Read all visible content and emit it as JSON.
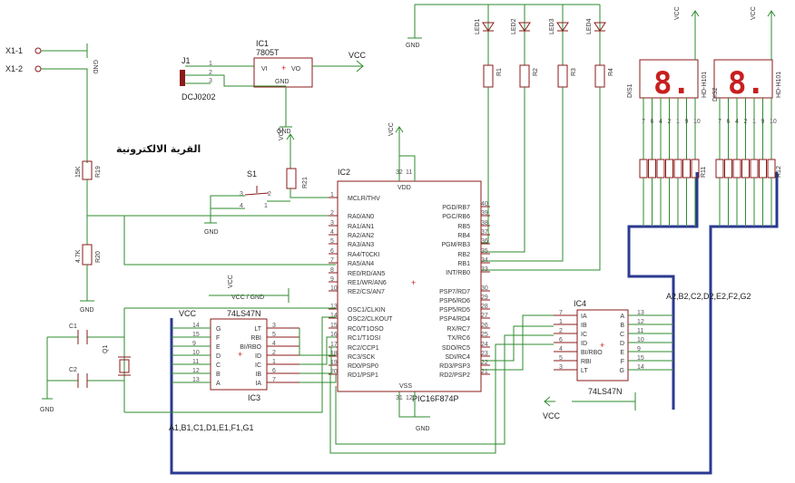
{
  "title_ar": "القرية الالكترونية",
  "connectors": {
    "x1_1": "X1-1",
    "x1_2": "X1-2",
    "j1": "J1",
    "j1_part": "DCJ0202",
    "s1": "S1"
  },
  "ic1": {
    "name": "IC1",
    "part": "7805T",
    "vi": "VI",
    "vo": "VO",
    "gnd": "GND"
  },
  "ic2": {
    "name": "IC2",
    "part": "PIC16F874P",
    "vdd": "VDD",
    "vss": "VSS",
    "left_pins": [
      {
        "num": "1",
        "label": "MCLR/THV"
      },
      {
        "num": "2",
        "label": "RA0/AN0"
      },
      {
        "num": "3",
        "label": "RA1/AN1"
      },
      {
        "num": "4",
        "label": "RA2/AN2"
      },
      {
        "num": "5",
        "label": "RA3/AN3"
      },
      {
        "num": "6",
        "label": "RA4/T0CKI"
      },
      {
        "num": "7",
        "label": "RA5/AN4"
      },
      {
        "num": "8",
        "label": "RE0/RD/AN5"
      },
      {
        "num": "9",
        "label": "RE1/WR/AN6"
      },
      {
        "num": "10",
        "label": "RE2/CS/AN7"
      },
      {
        "num": "13",
        "label": "OSC1/CLKIN"
      },
      {
        "num": "14",
        "label": "OSC2/CLKOUT"
      },
      {
        "num": "15",
        "label": "RC0/T1OSO"
      },
      {
        "num": "16",
        "label": "RC1/T1OSI"
      },
      {
        "num": "17",
        "label": "RC2/CCP1"
      },
      {
        "num": "18",
        "label": "RC3/SCK"
      },
      {
        "num": "19",
        "label": "RD0/PSP0"
      },
      {
        "num": "20",
        "label": "RD1/PSP1"
      }
    ],
    "right_pins": [
      {
        "num": "40",
        "label": "PGD/RB7"
      },
      {
        "num": "39",
        "label": "PGC/RB6"
      },
      {
        "num": "38",
        "label": "RB5"
      },
      {
        "num": "37",
        "label": "RB4"
      },
      {
        "num": "36",
        "label": "PGM/RB3"
      },
      {
        "num": "35",
        "label": "RB2"
      },
      {
        "num": "34",
        "label": "RB1"
      },
      {
        "num": "33",
        "label": "INT/RB0"
      },
      {
        "num": "30",
        "label": "PSP7/RD7"
      },
      {
        "num": "29",
        "label": "PSP6/RD6"
      },
      {
        "num": "28",
        "label": "PSP5/RD5"
      },
      {
        "num": "27",
        "label": "PSP4/RD4"
      },
      {
        "num": "26",
        "label": "RX/RC7"
      },
      {
        "num": "25",
        "label": "TX/RC6"
      },
      {
        "num": "24",
        "label": "SDO/RC5"
      },
      {
        "num": "23",
        "label": "SDI/RC4"
      },
      {
        "num": "22",
        "label": "RD3/PSP3"
      },
      {
        "num": "21",
        "label": "RD2/PSP2"
      }
    ],
    "top_pins": [
      "32",
      "11"
    ],
    "bottom_pins": [
      "31",
      "12"
    ]
  },
  "ic3": {
    "name": "IC3",
    "part": "74LS47N",
    "vcc_gnd": "VCC / GND",
    "left": [
      "G",
      "F",
      "E",
      "D",
      "C",
      "B",
      "A"
    ],
    "right": [
      "LT",
      "RBI",
      "BI/RBO",
      "ID",
      "IC",
      "IB",
      "IA"
    ],
    "left_nums": [
      "14",
      "15",
      "9",
      "10",
      "11",
      "12",
      "13"
    ],
    "right_nums": [
      "3",
      "5",
      "4",
      "2",
      "1",
      "6",
      "7"
    ]
  },
  "ic4": {
    "name": "IC4",
    "part": "74LS47N",
    "left": [
      "IA",
      "IB",
      "IC",
      "ID",
      "BI/RBO",
      "RBI",
      "LT"
    ],
    "right": [
      "A",
      "B",
      "C",
      "D",
      "E",
      "F",
      "G"
    ],
    "left_nums": [
      "7",
      "1",
      "2",
      "6",
      "4",
      "5",
      "3"
    ],
    "right_nums": [
      "13",
      "12",
      "11",
      "10",
      "9",
      "15",
      "14"
    ]
  },
  "leds": [
    "LED1",
    "LED2",
    "LED3",
    "LED4"
  ],
  "resistors": {
    "r1": "R1",
    "r2": "R2",
    "r3": "R3",
    "r4": "R4",
    "r11": "R11",
    "r12": "R12",
    "r19": "R19",
    "r19v": "15K",
    "r20": "R20",
    "r20v": "4.7K",
    "r21": "R21"
  },
  "caps": {
    "c1": "C1",
    "c2": "C2",
    "q1": "Q1"
  },
  "displays": {
    "dis1": "DIS1",
    "dis2": "DIS2",
    "part": "HD-H101",
    "digit": "8."
  },
  "nets": {
    "vcc": "VCC",
    "gnd": "GND",
    "bus_left": "A1,B1,C1,D1,E1,F1,G1",
    "bus_right": "A2,B2,C2,D2,E2,F2,G2"
  },
  "disp_pins": [
    "7",
    "6",
    "4",
    "2",
    "1",
    "9",
    "10"
  ],
  "colors": {
    "wire": "#2e8b2e",
    "part": "#8b1a1a",
    "bus": "#2b3990",
    "segment": "#c81e1e"
  }
}
